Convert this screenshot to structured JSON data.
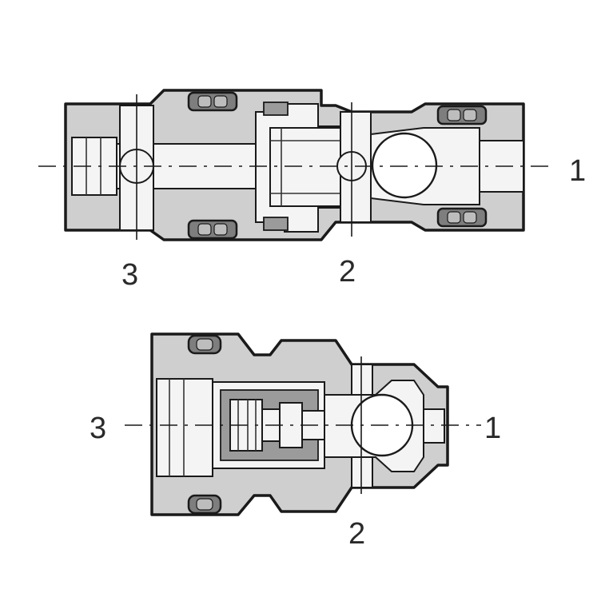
{
  "labels": {
    "top_port_1": "1",
    "top_port_2": "2",
    "top_port_3": "3",
    "bottom_port_1": "1",
    "bottom_port_2": "2",
    "bottom_port_3": "3"
  },
  "colors": {
    "body": "#cfcfcf",
    "outline": "#1a1a1a",
    "seal": "#7e7e7e",
    "bore": "#f4f4f4"
  }
}
